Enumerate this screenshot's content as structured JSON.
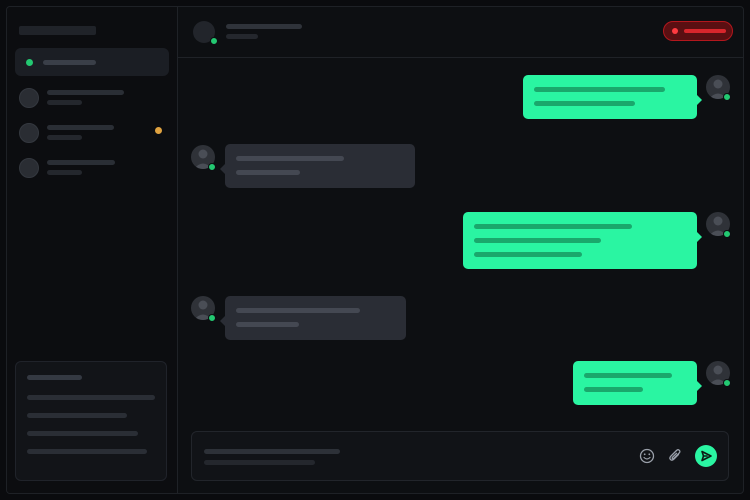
{
  "colors": {
    "accent": "#2af5a2",
    "online": "#23c871",
    "unread": "#e0a240",
    "danger": "#d8262c",
    "incoming_bubble": "#2a2d35",
    "background": "#0d0f12"
  },
  "sidebar": {
    "channels": [
      {
        "state": "active",
        "icon": "online-dot"
      },
      {
        "state": "normal",
        "icon": "avatar"
      },
      {
        "state": "unread",
        "icon": "avatar"
      },
      {
        "state": "normal",
        "icon": "avatar"
      }
    ]
  },
  "header": {
    "end_call_icon": "record-dot-icon"
  },
  "messages": [
    {
      "direction": "outgoing",
      "lines": 2
    },
    {
      "direction": "incoming",
      "lines": 2
    },
    {
      "direction": "outgoing",
      "lines": 3
    },
    {
      "direction": "incoming",
      "lines": 2
    },
    {
      "direction": "outgoing",
      "lines": 2
    }
  ],
  "composer": {
    "icons": [
      "emoji-icon",
      "paperclip-icon",
      "send-icon"
    ]
  }
}
